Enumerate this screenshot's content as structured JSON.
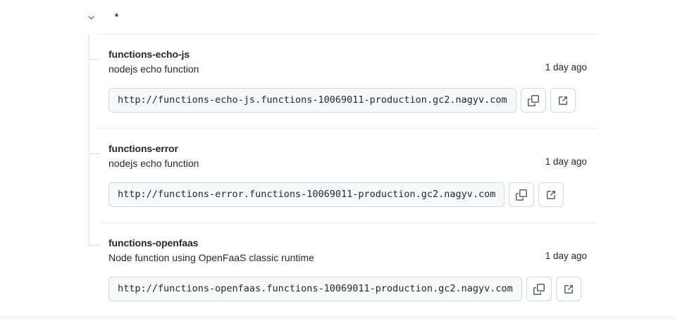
{
  "group": {
    "chevron_icon": "chevron-down-icon",
    "label": "*"
  },
  "actions": {
    "copy_icon": "copy-icon",
    "open_external_icon": "external-link-icon",
    "copy_title": "Copy",
    "open_title": "Open"
  },
  "deployments": [
    {
      "name": "functions-echo-js",
      "description": "nodejs echo function",
      "time": "1 day ago",
      "url": "http://functions-echo-js.functions-10069011-production.gc2.nagyv.com"
    },
    {
      "name": "functions-error",
      "description": "nodejs echo function",
      "time": "1 day ago",
      "url": "http://functions-error.functions-10069011-production.gc2.nagyv.com"
    },
    {
      "name": "functions-openfaas",
      "description": "Node function using OpenFaaS classic runtime",
      "time": "1 day ago",
      "url": "http://functions-openfaas.functions-10069011-production.gc2.nagyv.com"
    }
  ],
  "colors": {
    "text": "#24292f",
    "border": "#d0d7de",
    "separator": "#eaeef2",
    "field_bg": "#f6f8fa",
    "tree_line": "#d8dee4"
  }
}
